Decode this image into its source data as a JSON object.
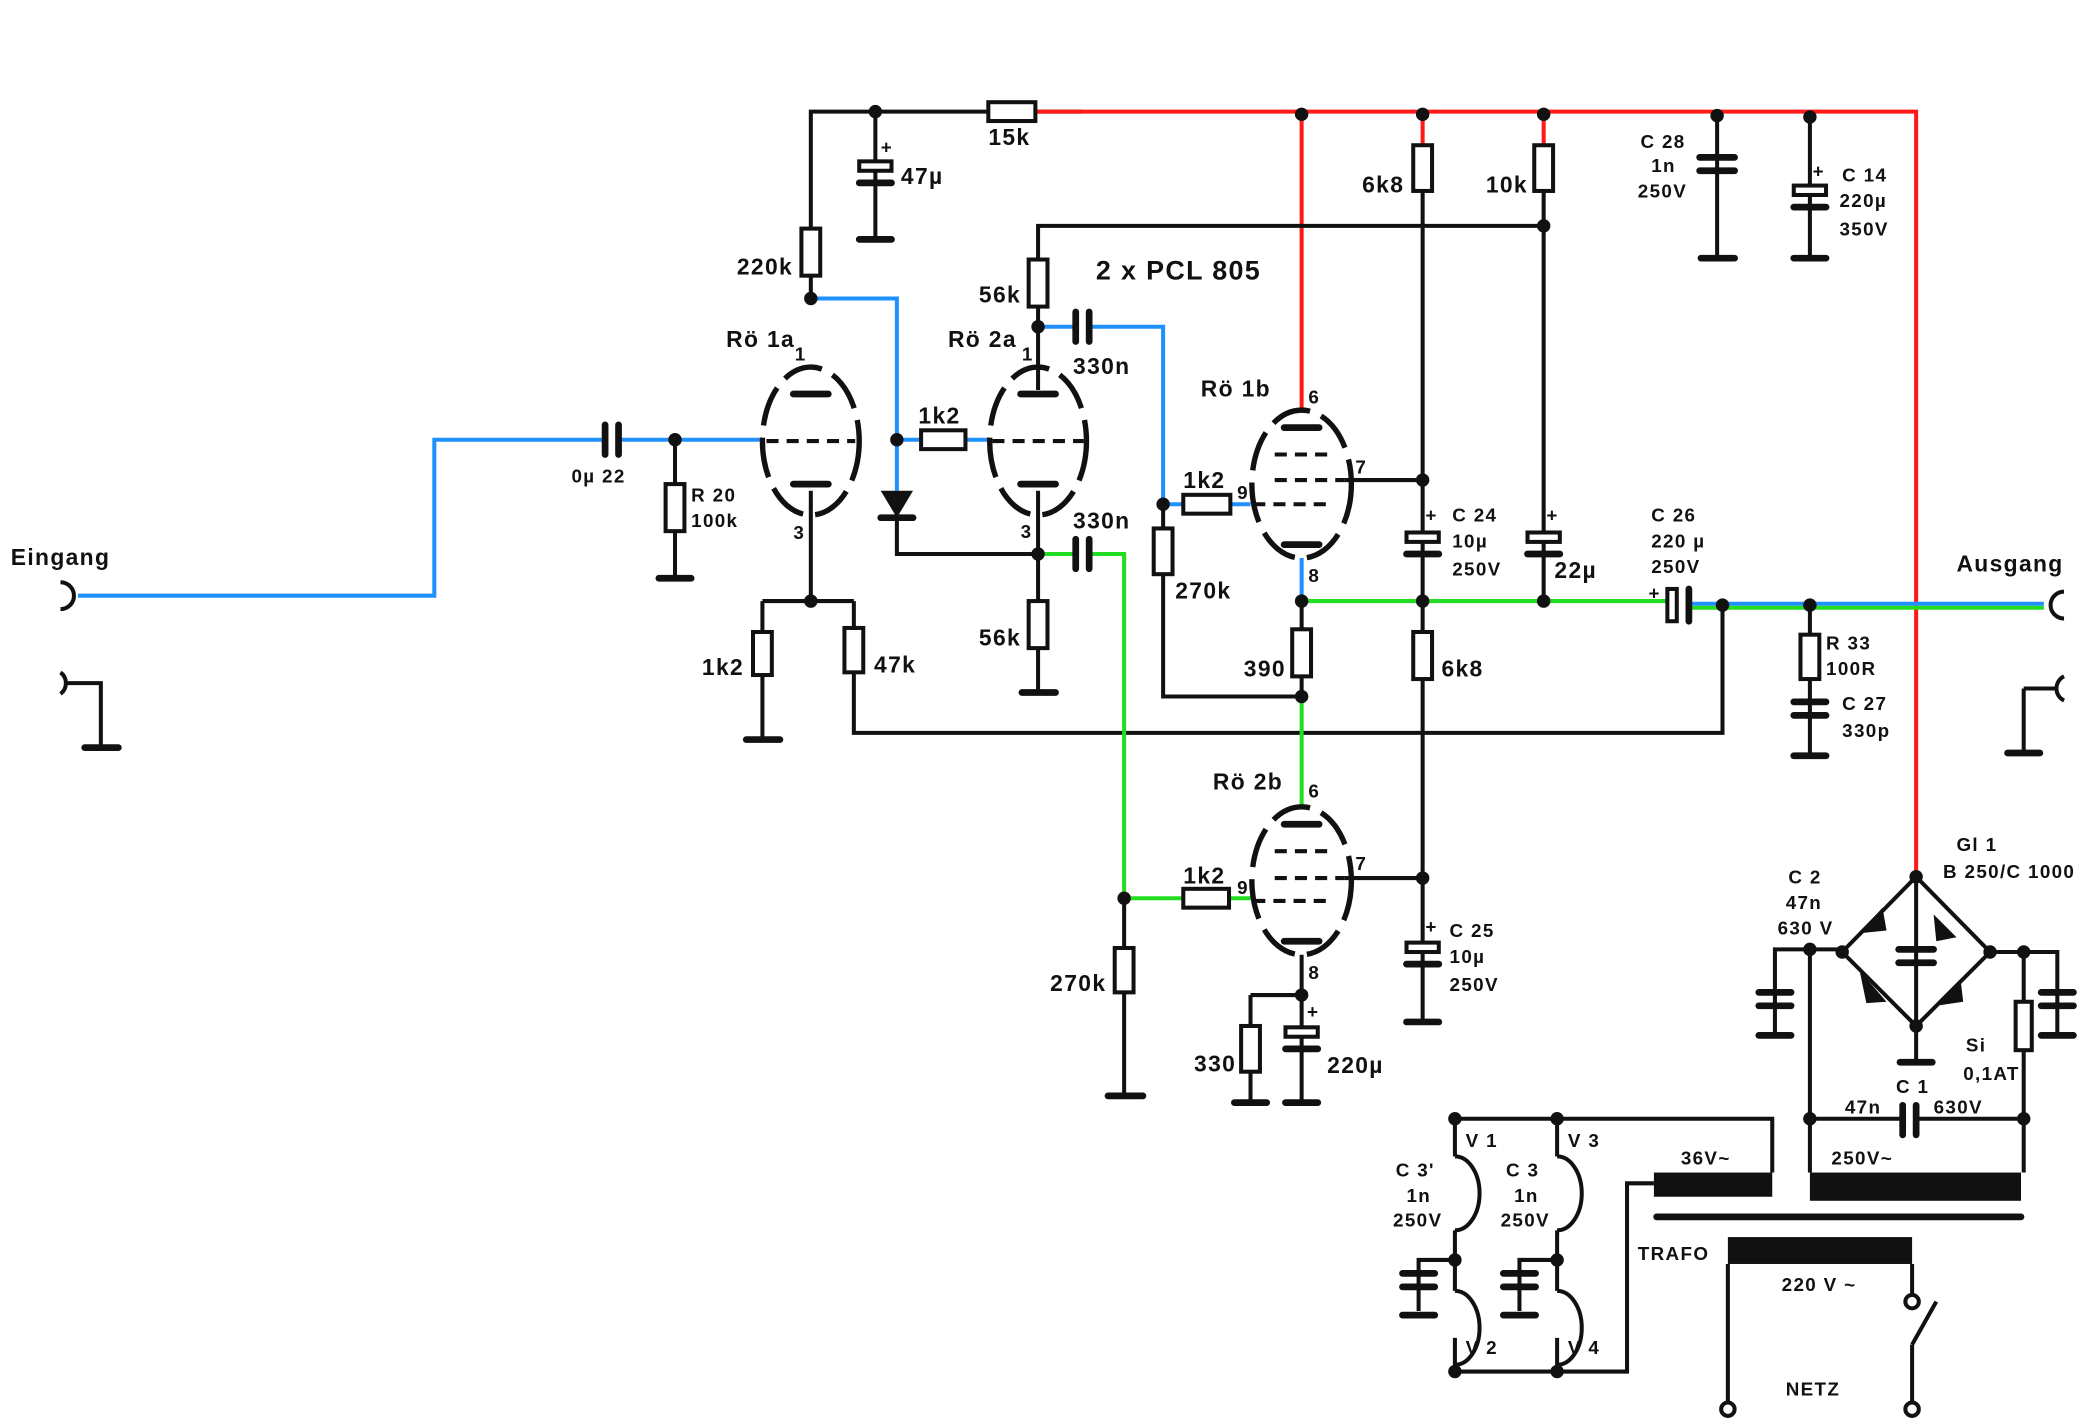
{
  "title": "2 x PCL 805",
  "colors": {
    "wire": "#111111",
    "supply": "#ff1a1a",
    "signal_a": "#1e90ff",
    "signal_b": "#22dd22"
  },
  "labels": {
    "eingang": "Eingang",
    "ausgang": "Ausgang",
    "r15k": "15k",
    "c47u": "47µ",
    "r220k": "220k",
    "ro1a": "Rö 1a",
    "c0u22": "0µ 22",
    "r20a": "R 20",
    "r20b": "100k",
    "r1k2a": "1k2",
    "r47k": "47k",
    "r1k2b": "1k2",
    "ro2a": "Rö 2a",
    "r56ka": "56k",
    "c330na": "330n",
    "c330nb": "330n",
    "r56kb": "56k",
    "ro1b": "Rö 1b",
    "r1k2c": "1k2",
    "r270ka": "270k",
    "r390": "390",
    "r6k8a": "6k8",
    "r10k": "10k",
    "r6k8b": "6k8",
    "c24a": "C 24",
    "c24b": "10µ",
    "c24c": "250V",
    "c22u": "22µ",
    "c28a": "C 28",
    "c28b": "1n",
    "c28c": "250V",
    "c14a": "C 14",
    "c14b": "220µ",
    "c14c": "350V",
    "c26a": "C 26",
    "c26b": "220 µ",
    "c26c": "250V",
    "r33a": "R 33",
    "r33b": "100R",
    "c27a": "C 27",
    "c27b": "330p",
    "ro2b": "Rö 2b",
    "r1k2d": "1k2",
    "r270kb": "270k",
    "r330": "330",
    "c220u": "220µ",
    "c25a": "C 25",
    "c25b": "10µ",
    "c25c": "250V",
    "gl1a": "Gl 1",
    "gl1b": "B 250/C 1000",
    "c2a": "C 2",
    "c2b": "47n",
    "c2c": "630 V",
    "si_a": "Si",
    "si_b": "0,1AT",
    "c1a": "C 1",
    "c1b": "47n",
    "c1c": "630V",
    "v250": "250V~",
    "v36": "36V~",
    "trafo": "TRAFO",
    "v220": "220 V ~",
    "netz": "NETZ",
    "v1": "V 1",
    "v2": "V 2",
    "v3": "V 3",
    "v4": "V 4",
    "c3pa": "C 3'",
    "c3pb": "1n",
    "c3pc": "250V",
    "c3a": "C 3",
    "c3b": "1n",
    "c3c": "250V",
    "pin1a": "1",
    "pin3a": "3",
    "pin1b": "1",
    "pin3b": "3",
    "pin6a": "6",
    "pin7a": "7",
    "pin9a": "9",
    "pin8a": "8",
    "pin6b": "6",
    "pin7b": "7",
    "pin9b": "9",
    "pin8b": "8",
    "plus": "+"
  }
}
